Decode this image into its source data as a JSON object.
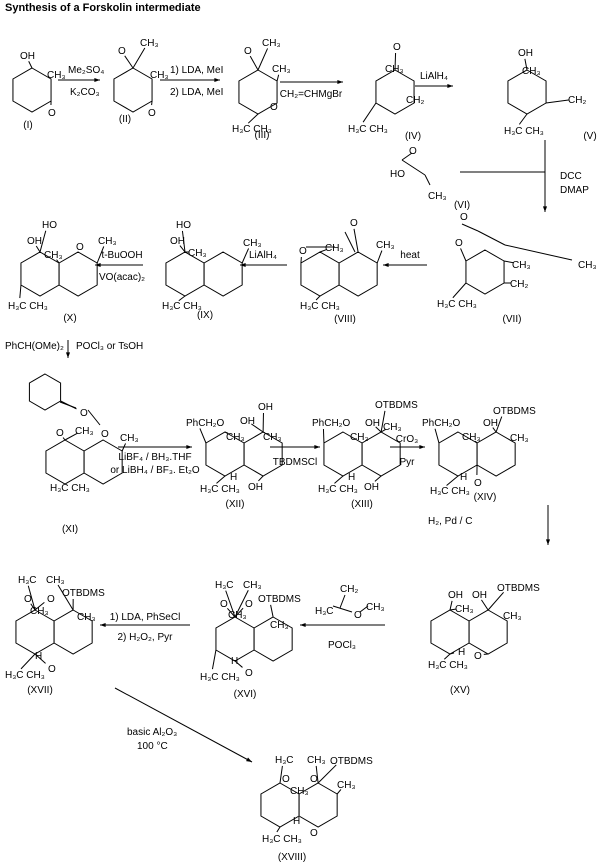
{
  "title": "Synthesis of a Forskolin intermediate",
  "compounds": [
    {
      "label": "(I)",
      "atoms": [
        "OH",
        "CH₃",
        "O"
      ]
    },
    {
      "label": "(II)",
      "atoms": [
        "O",
        "CH₃",
        "CH₃",
        "O"
      ]
    },
    {
      "label": "(III)",
      "atoms": [
        "O",
        "CH₃",
        "CH₃",
        "O",
        "H₃C CH₃"
      ]
    },
    {
      "label": "(IV)",
      "atoms": [
        "O",
        "CH₃",
        "CH₂",
        "H₃C CH₃"
      ]
    },
    {
      "label": "(V)",
      "atoms": [
        "OH",
        "CH₃",
        "CH₂",
        "H₃C CH₃"
      ]
    },
    {
      "label": "(VI)",
      "atoms": [
        "O",
        "HO",
        "CH₃"
      ]
    },
    {
      "label": "(VII)",
      "atoms": [
        "O",
        "O",
        "CH₃",
        "CH₃",
        "CH₂",
        "H₃C CH₃"
      ]
    },
    {
      "label": "(VIII)",
      "atoms": [
        "O",
        "O",
        "CH₃",
        "CH₃",
        "H₃C CH₃"
      ]
    },
    {
      "label": "(IX)",
      "atoms": [
        "HO",
        "OH",
        "CH₃",
        "CH₃",
        "H₃C CH₃"
      ]
    },
    {
      "label": "(X)",
      "atoms": [
        "HO",
        "OH",
        "CH₃",
        "O",
        "CH₃",
        "H₃C CH₃"
      ]
    },
    {
      "label": "(XI)",
      "atoms": [
        "O",
        "O",
        "CH₃",
        "O",
        "CH₃",
        "H₃C CH₃"
      ]
    },
    {
      "label": "(XII)",
      "atoms": [
        "PhCH₂O",
        "OH",
        "OH",
        "CH₃",
        "CH₃",
        "H",
        "OH",
        "H₃C CH₃"
      ]
    },
    {
      "label": "(XIII)",
      "atoms": [
        "PhCH₂O",
        "OH",
        "OTBDMS",
        "CH₃",
        "CH₃",
        "H",
        "OH",
        "H₃C CH₃"
      ]
    },
    {
      "label": "(XIV)",
      "atoms": [
        "PhCH₂O",
        "OH",
        "OTBDMS",
        "CH₃",
        "CH₃",
        "H",
        "O",
        "H₃C CH₃"
      ]
    },
    {
      "label": "(XV)",
      "atoms": [
        "OH",
        "OH",
        "OTBDMS",
        "CH₃",
        "CH₃",
        "H",
        "O",
        "H₃C CH₃"
      ]
    },
    {
      "label": "(XVI)",
      "atoms": [
        "H₃C",
        "CH₃",
        "O",
        "O",
        "OTBDMS",
        "CH₃",
        "CH₃",
        "H",
        "O",
        "H₃C CH₃"
      ]
    },
    {
      "label": "(XVII)",
      "atoms": [
        "H₃C",
        "CH₃",
        "O",
        "O",
        "OTBDMS",
        "CH₃",
        "CH₃",
        "H",
        "O",
        "H₃C CH₃"
      ]
    },
    {
      "label": "(XVIII)",
      "atoms": [
        "H₃C",
        "CH₃",
        "O",
        "O",
        "OTBDMS",
        "CH₃",
        "CH₃",
        "H",
        "O",
        "H₃C CH₃"
      ]
    }
  ],
  "enol_ether": {
    "atoms": [
      "CH₂",
      "H₃C",
      "O",
      "CH₃"
    ]
  },
  "reactions": [
    {
      "above": "Me₂SO₄",
      "below": "K₂CO₃"
    },
    {
      "above": "1) LDA, MeI",
      "below": "2) LDA, MeI"
    },
    {
      "above": "",
      "below": "CH₂=CHMgBr"
    },
    {
      "above": "LiAlH₄",
      "below": ""
    },
    {
      "above": "DCC",
      "below": "DMAP"
    },
    {
      "above": "heat",
      "below": ""
    },
    {
      "above": "LiAlH₄",
      "below": ""
    },
    {
      "above": "t-BuOOH",
      "below": "VO(acac)₂"
    },
    {
      "above": "PhCH(OMe)₂",
      "below": "POCl₃ or TsOH"
    },
    {
      "above": "LiBF₄ / BH₃.THF",
      "below": "or LiBH₄ / BF₃. Et₂O"
    },
    {
      "above": "",
      "below": "TBDMSCl"
    },
    {
      "above": "CrO₃",
      "below": "Pyr"
    },
    {
      "above": "H₂, Pd / C",
      "below": ""
    },
    {
      "above": "",
      "below": "POCl₃"
    },
    {
      "above": "1) LDA, PhSeCl",
      "below": "2) H₂O₂, Pyr"
    },
    {
      "above": "basic Al₂O₃",
      "below": "100 °C"
    }
  ]
}
